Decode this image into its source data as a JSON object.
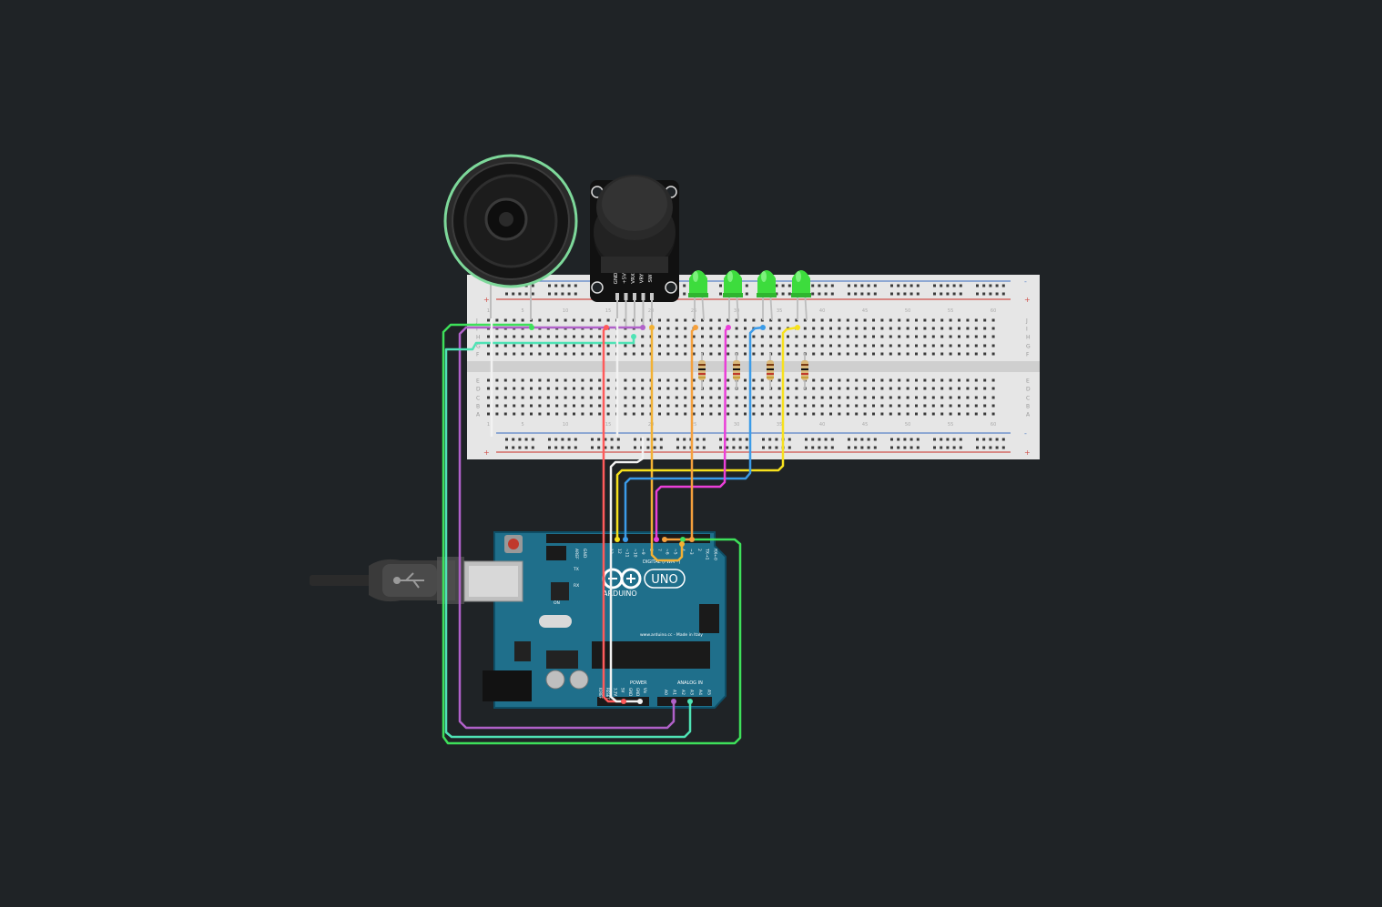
{
  "canvas": {
    "background": "#1f2326"
  },
  "joystick": {
    "pins": [
      "GND",
      "+5V",
      "VRX",
      "VRY",
      "SW"
    ]
  },
  "breadboard": {
    "row_letters_top": [
      "J",
      "I",
      "H",
      "G",
      "F"
    ],
    "row_letters_bottom": [
      "E",
      "D",
      "C",
      "B",
      "A"
    ],
    "column_numbers": [
      "1",
      "5",
      "10",
      "15",
      "20",
      "25",
      "30",
      "35",
      "40",
      "45",
      "50",
      "55",
      "60"
    ],
    "rail_plus": "+",
    "rail_minus": "-"
  },
  "leds": {
    "count": 4,
    "color": "#3ddc3d"
  },
  "resistors": {
    "count": 4
  },
  "arduino": {
    "brand": "ARDUINO",
    "model": "UNO",
    "digital_label": "DIGITAL (PWM~)",
    "analog_label": "ANALOG IN",
    "power_label": "POWER",
    "url_label": "www.arduino.cc - Made in Italy",
    "aref_label": "AREF",
    "gnd_label": "GND",
    "tx_label": "TX",
    "rx_label": "RX",
    "on_label": "ON",
    "digital_pins": [
      "13",
      "12",
      "~11",
      "~10",
      "~9",
      "8",
      "7",
      "~6",
      "~5",
      "4",
      "~3",
      "2",
      "TX→1",
      "RX←0"
    ],
    "analog_pins": [
      "A0",
      "A1",
      "A2",
      "A3",
      "A4",
      "A5"
    ],
    "power_pins": [
      "IOREF",
      "RESET",
      "3.3V",
      "5V",
      "GND",
      "GND",
      "Vin"
    ]
  },
  "wire_colors": {
    "green": "#3ee05a",
    "purple": "#b061c9",
    "teal": "#4fe3b5",
    "red": "#ff5a5a",
    "white": "#f2f2f2",
    "orange": "#f5a03c",
    "yellow": "#f7e11d",
    "gold": "#f2b134",
    "blue": "#3b9be8",
    "magenta": "#ea3fd8"
  }
}
